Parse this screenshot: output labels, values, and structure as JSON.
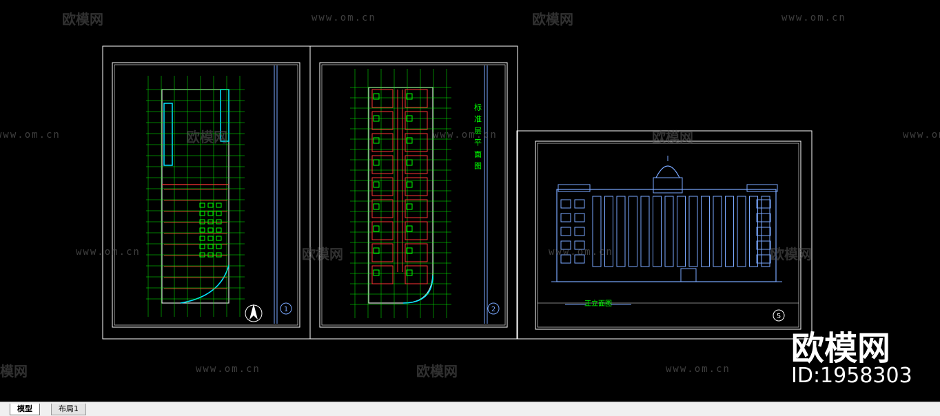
{
  "watermarks": [
    {
      "text": "欧模网"
    },
    {
      "text": "www.om.cn"
    }
  ],
  "brand": {
    "name": "欧模网",
    "id_text": "ID:1958303"
  },
  "drawings": {
    "sheet1_number": "1",
    "sheet2_number": "2",
    "sheet2_title": "标准层平面图",
    "sheet3_caption": "正立面图",
    "sheet3_number": "5"
  },
  "tabs": [
    {
      "label": "模型",
      "active": true
    },
    {
      "label": "布局1",
      "active": false
    }
  ],
  "colors": {
    "background": "#000000",
    "frame": "#ffffff",
    "grid": "#00ff00",
    "wall": "#ff3333",
    "elevation": "#7aa8ff",
    "cyan": "#00e5ff"
  }
}
